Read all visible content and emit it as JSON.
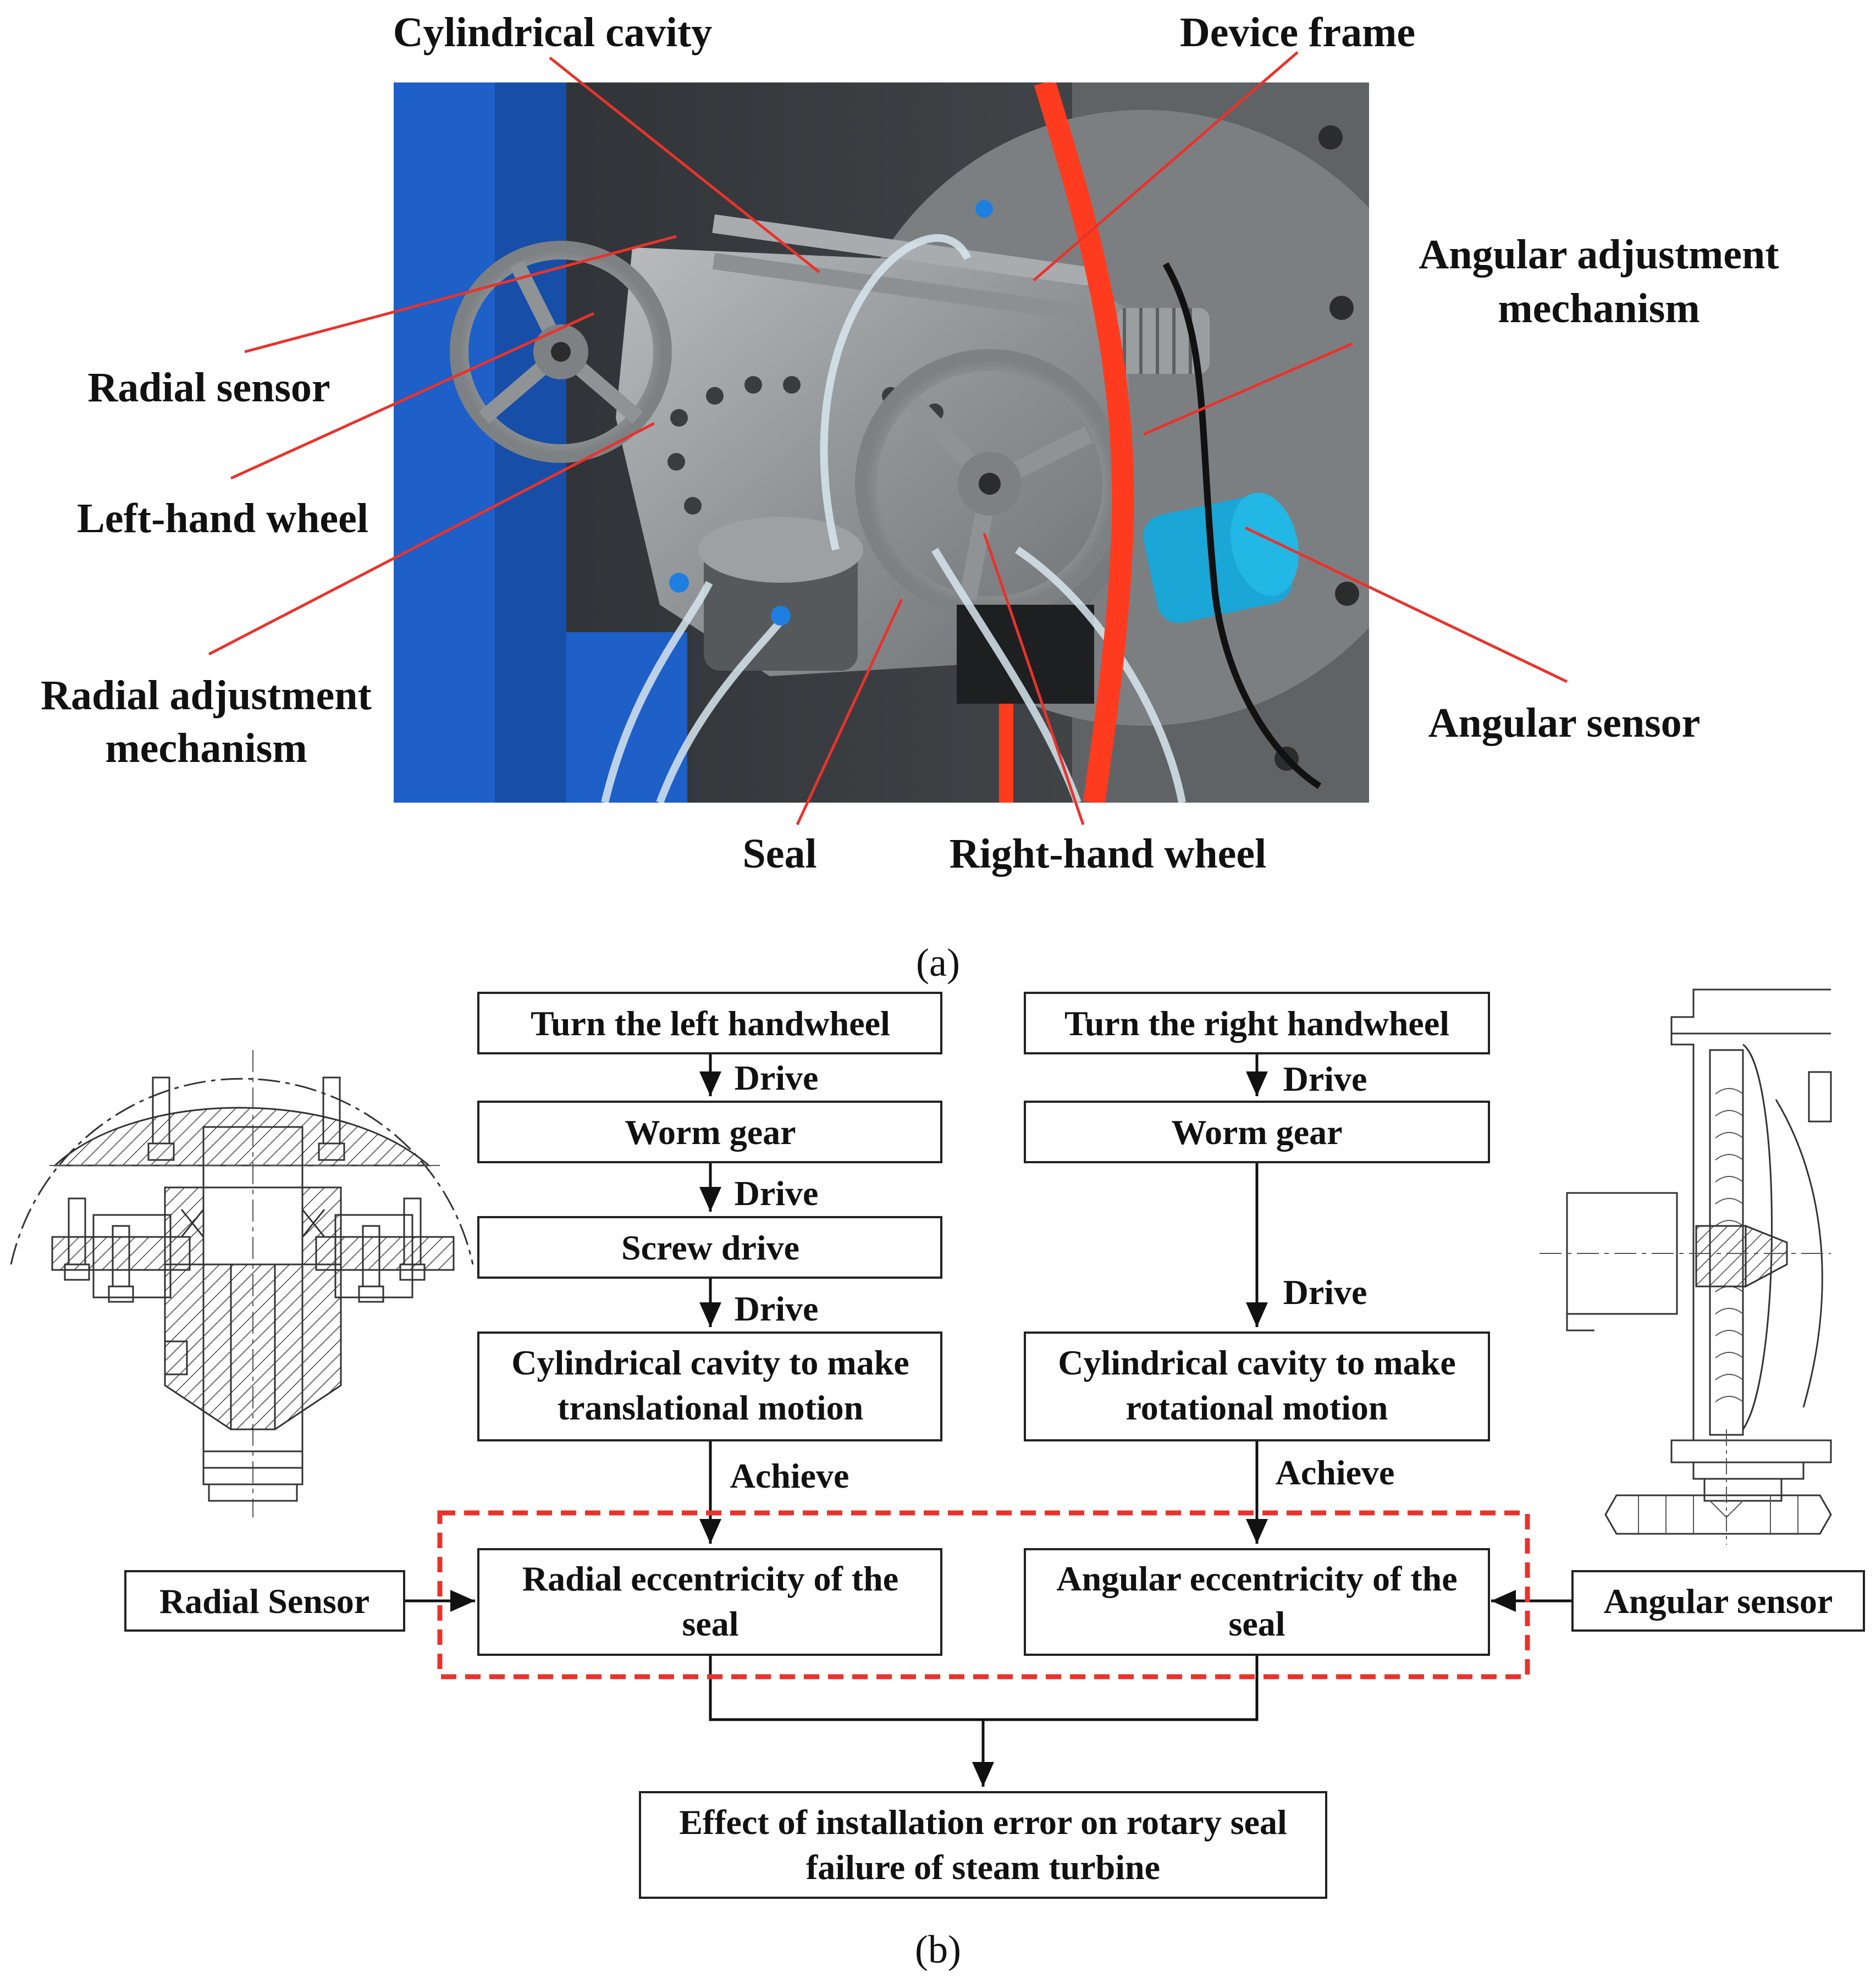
{
  "photo_labels": {
    "cylindrical_cavity": "Cylindrical cavity",
    "device_frame": "Device frame",
    "angular_adjustment_1": "Angular adjustment",
    "angular_adjustment_2": "mechanism",
    "radial_sensor": "Radial sensor",
    "left_hand_wheel": "Left-hand wheel",
    "radial_adjustment_1": "Radial adjustment",
    "radial_adjustment_2": "mechanism",
    "angular_sensor": "Angular sensor",
    "seal": "Seal",
    "right_hand_wheel": "Right-hand wheel"
  },
  "panel_labels": {
    "a": "(a)",
    "b": "(b)"
  },
  "flowchart": {
    "left": {
      "step1": "Turn the left handwheel",
      "drive1": "Drive",
      "step2": "Worm gear",
      "drive2": "Drive",
      "step3": "Screw drive",
      "drive3": "Drive",
      "step4_line1": "Cylindrical cavity to make",
      "step4_line2": "translational motion",
      "achieve": "Achieve",
      "result_line1": "Radial eccentricity of the",
      "result_line2": "seal"
    },
    "right": {
      "step1": "Turn the right handwheel",
      "drive1": "Drive",
      "step2": "Worm gear",
      "drive2": "Drive",
      "step3_line1": "Cylindrical cavity to make",
      "step3_line2": "rotational motion",
      "achieve": "Achieve",
      "result_line1": "Angular eccentricity of the",
      "result_line2": "seal"
    },
    "radial_sensor": "Radial Sensor",
    "angular_sensor": "Angular sensor",
    "final_line1": "Effect of installation error on rotary seal",
    "final_line2": "failure of steam turbine"
  },
  "colors": {
    "annotation_red": "#e8332c",
    "frame_blue": "#1e5fc8",
    "tube_red": "#ff3b1f",
    "sensor_cyan": "#1aa6d6",
    "steel_gray": "#8f9396"
  }
}
